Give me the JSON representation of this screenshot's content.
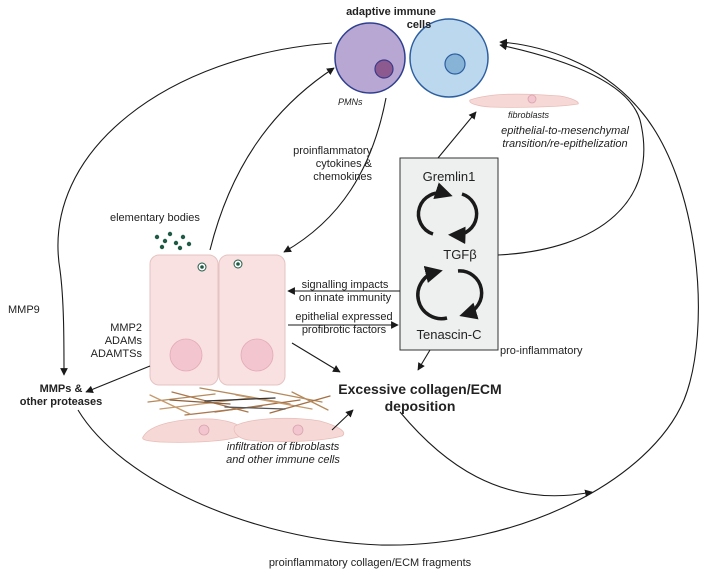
{
  "labels": {
    "adaptive_immune_cells": [
      "adaptive immune",
      "cells"
    ],
    "pmns": "PMNs",
    "fibroblasts": "fibroblasts",
    "emt": [
      "epithelial-to-mesenchymal",
      "transition/re-epithelization"
    ],
    "proinflammatory_cytokines": [
      "proinflammatory",
      "cytokines &",
      "chemokines"
    ],
    "elementary_bodies": "elementary bodies",
    "gremlin1": "Gremlin1",
    "tgfb": "TGFβ",
    "tenascin_c": "Tenascin-C",
    "signalling_impacts": [
      "signalling impacts",
      "on innate immunity"
    ],
    "epithelial_expressed": [
      "epithelial expressed",
      "profibrotic factors"
    ],
    "pro_inflammatory": "pro-inflammatory",
    "mmp9": "MMP9",
    "mmp2_adams": [
      "MMP2",
      "ADAMs",
      "ADAMTSs"
    ],
    "mmps_other_proteases": [
      "MMPs &",
      "other proteases"
    ],
    "excessive_collagen": [
      "Excessive collagen/ECM",
      "deposition"
    ],
    "infiltration": [
      "infiltration of fibroblasts",
      "and other immune cells"
    ],
    "proinflammatory_fragments": "proinflammatory collagen/ECM fragments"
  },
  "colors": {
    "pmn_cell": "#b9a7d3",
    "adaptive_cell": "#bcd8ef",
    "epithelial_cell": "#f8e1e0",
    "nucleus": "#f3c6cf",
    "fibroblast": "#f6d9d6",
    "box_fill": "#eef0ef",
    "elementary_body": "#1f5a44",
    "fiber_brown": "#b58a5c",
    "arrow": "#1a1a1a"
  }
}
